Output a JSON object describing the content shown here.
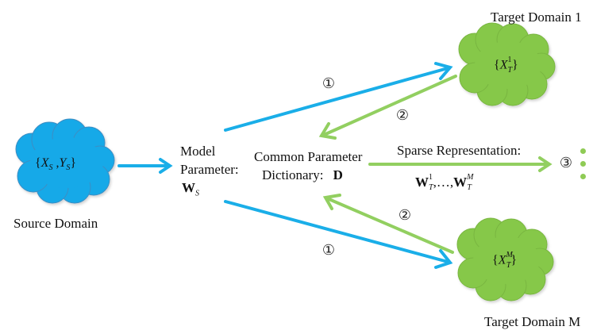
{
  "colors": {
    "source_cloud": "#17a9e8",
    "source_cloud_edge": "#3c8ec4",
    "target_cloud": "#86c84a",
    "target_cloud_edge": "#79b640",
    "blue_arrow": "#1aaee8",
    "green_arrow": "#92cf60",
    "dots": "#8fcb55"
  },
  "source": {
    "set_open": "{",
    "x": "X",
    "x_sub": "S",
    "comma": " ,",
    "y": "Y",
    "y_sub": "S",
    "set_close": "}",
    "label": "Source Domain"
  },
  "model": {
    "line1": "Model",
    "line2": "Parameter:",
    "w": "W",
    "w_sub": "S"
  },
  "dictionary": {
    "line1": "Common Parameter",
    "line2": "Dictionary:",
    "symbol": "D"
  },
  "sparse": {
    "title": "Sparse Representation:",
    "w1": "W",
    "w1_sub": "T",
    "w1_sup": "1",
    "ellipsis": ",…,",
    "w2": "W",
    "w2_sub": "T",
    "w2_sup": "M"
  },
  "target1": {
    "label": "Target Domain 1",
    "set_open": "{",
    "x": "X",
    "x_sub": "T",
    "x_sup": "1",
    "set_close": "}"
  },
  "targetM": {
    "label": "Target Domain M",
    "set_open": "{",
    "x": "X",
    "x_sub": "T",
    "x_sup": "M",
    "set_close": "}"
  },
  "steps": {
    "one": "①",
    "two": "②",
    "three": "③"
  }
}
